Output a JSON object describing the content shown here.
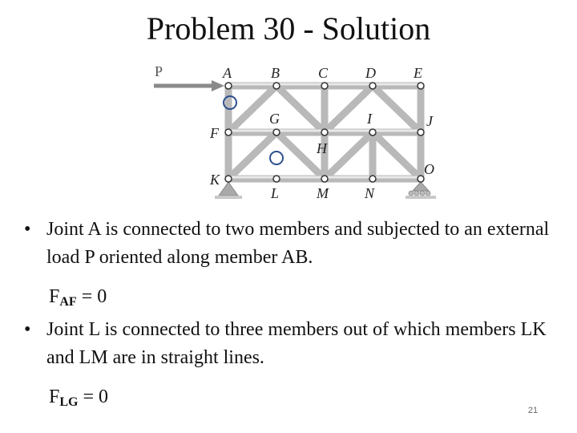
{
  "slide": {
    "title": "Problem 30 - Solution",
    "page_number": "21"
  },
  "figure": {
    "load_label": "P",
    "nodes": {
      "A": "A",
      "B": "B",
      "C": "C",
      "D": "D",
      "E": "E",
      "F": "F",
      "G": "G",
      "H": "H",
      "I": "I",
      "J": "J",
      "K": "K",
      "L": "L",
      "M": "M",
      "N": "N",
      "O": "O"
    }
  },
  "bullets": [
    {
      "marker": "•",
      "text": "Joint A is connected to two members and subjected to an external load P oriented along member AB."
    },
    {
      "marker": "•",
      "text": "Joint L is connected to three members out of which members LK and LM are in straight lines."
    }
  ],
  "equations": [
    {
      "lhs": "F",
      "sub": "AF",
      "rhs": " = 0"
    },
    {
      "lhs": "F",
      "sub": "LG",
      "rhs": " = 0"
    }
  ]
}
